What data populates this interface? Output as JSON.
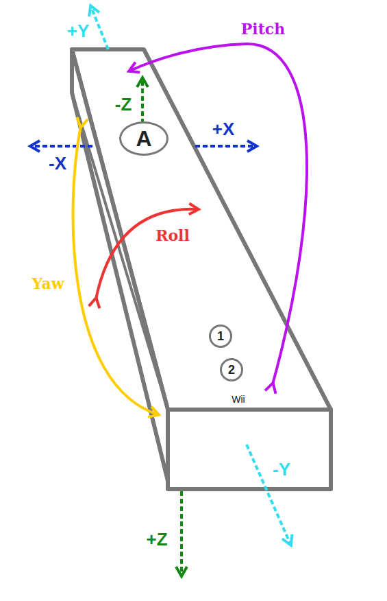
{
  "diagram": {
    "nodes": [
      {
        "text": [
          "A"
        ]
      },
      {
        "text": [
          "1"
        ]
      },
      {
        "text": [
          "2"
        ]
      }
    ],
    "labels": [
      "+Y",
      "Pitch",
      "-Z",
      "-X",
      "+X",
      "Roll",
      "Yaw",
      "Wii",
      "-Y",
      "+Z"
    ]
  }
}
